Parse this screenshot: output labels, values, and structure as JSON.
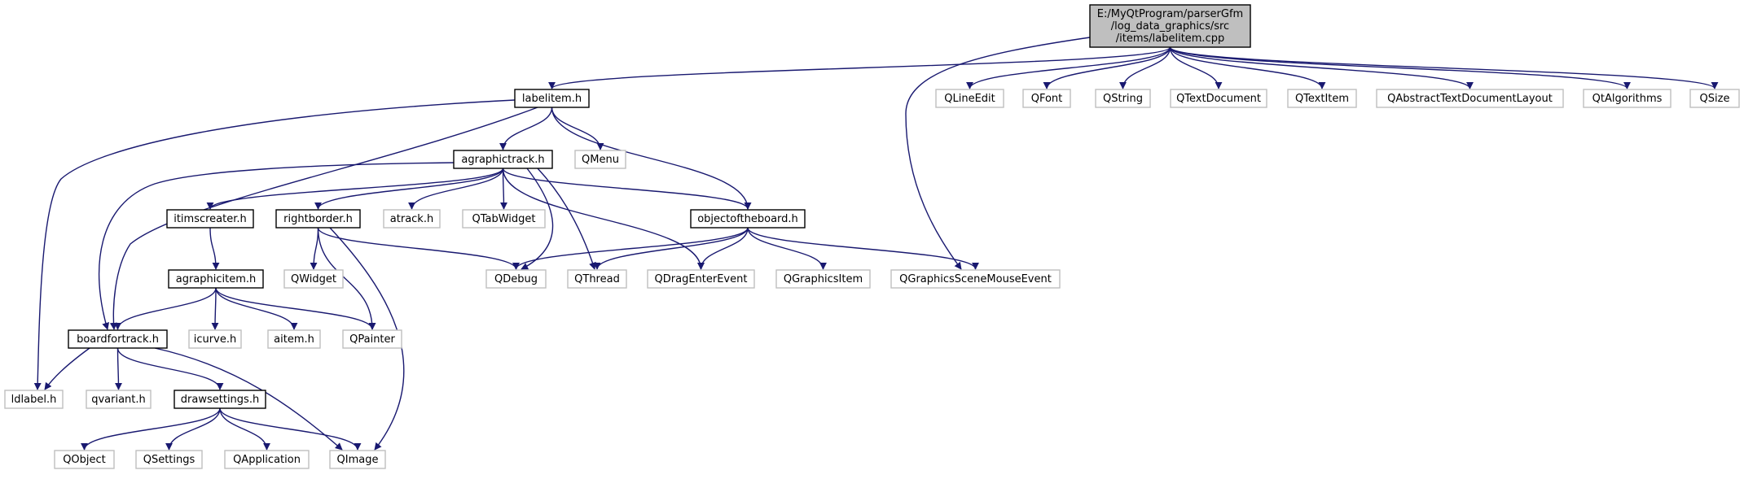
{
  "colors": {
    "edge": "#191970",
    "root_fill": "#bfbfbf",
    "root_border": "#000000",
    "documented_border": "#000000",
    "external_border": "#bfbfbf",
    "node_fill": "#ffffff",
    "text": "#000000"
  },
  "nodes": [
    {
      "id": "root",
      "lines": [
        "E:/MyQtProgram/parserGfm",
        "/log_data_graphics/src",
        "/items/labelitem.cpp"
      ],
      "kind": "root"
    },
    {
      "id": "labelitem_h",
      "lines": [
        "labelitem.h"
      ],
      "kind": "documented"
    },
    {
      "id": "qlineedit",
      "lines": [
        "QLineEdit"
      ],
      "kind": "external"
    },
    {
      "id": "qfont",
      "lines": [
        "QFont"
      ],
      "kind": "external"
    },
    {
      "id": "qstring",
      "lines": [
        "QString"
      ],
      "kind": "external"
    },
    {
      "id": "qtextdocument",
      "lines": [
        "QTextDocument"
      ],
      "kind": "external"
    },
    {
      "id": "qtextitem",
      "lines": [
        "QTextItem"
      ],
      "kind": "external"
    },
    {
      "id": "qabstracttextdocumentlayout",
      "lines": [
        "QAbstractTextDocumentLayout"
      ],
      "kind": "external"
    },
    {
      "id": "qtalgorithms",
      "lines": [
        "QtAlgorithms"
      ],
      "kind": "external"
    },
    {
      "id": "qsize",
      "lines": [
        "QSize"
      ],
      "kind": "external"
    },
    {
      "id": "agraphictrack_h",
      "lines": [
        "agraphictrack.h"
      ],
      "kind": "documented"
    },
    {
      "id": "qmenu",
      "lines": [
        "QMenu"
      ],
      "kind": "external"
    },
    {
      "id": "itimscreater_h",
      "lines": [
        "itimscreater.h"
      ],
      "kind": "documented"
    },
    {
      "id": "rightborder_h",
      "lines": [
        "rightborder.h"
      ],
      "kind": "documented"
    },
    {
      "id": "atrack_h",
      "lines": [
        "atrack.h"
      ],
      "kind": "external"
    },
    {
      "id": "qtabwidget",
      "lines": [
        "QTabWidget"
      ],
      "kind": "external"
    },
    {
      "id": "objectoftheboard_h",
      "lines": [
        "objectoftheboard.h"
      ],
      "kind": "documented"
    },
    {
      "id": "agraphicitem_h",
      "lines": [
        "agraphicitem.h"
      ],
      "kind": "documented"
    },
    {
      "id": "qwidget",
      "lines": [
        "QWidget"
      ],
      "kind": "external"
    },
    {
      "id": "qdebug",
      "lines": [
        "QDebug"
      ],
      "kind": "external"
    },
    {
      "id": "qthread",
      "lines": [
        "QThread"
      ],
      "kind": "external"
    },
    {
      "id": "qdragenterevent",
      "lines": [
        "QDragEnterEvent"
      ],
      "kind": "external"
    },
    {
      "id": "qgraphicsitem",
      "lines": [
        "QGraphicsItem"
      ],
      "kind": "external"
    },
    {
      "id": "qgraphicsscenemouseevent",
      "lines": [
        "QGraphicsSceneMouseEvent"
      ],
      "kind": "external"
    },
    {
      "id": "boardfortrack_h",
      "lines": [
        "boardfortrack.h"
      ],
      "kind": "documented"
    },
    {
      "id": "icurve_h",
      "lines": [
        "icurve.h"
      ],
      "kind": "external"
    },
    {
      "id": "aitem_h",
      "lines": [
        "aitem.h"
      ],
      "kind": "external"
    },
    {
      "id": "qpainter",
      "lines": [
        "QPainter"
      ],
      "kind": "external"
    },
    {
      "id": "ldlabel_h",
      "lines": [
        "ldlabel.h"
      ],
      "kind": "external"
    },
    {
      "id": "qvariant_h",
      "lines": [
        "qvariant.h"
      ],
      "kind": "external"
    },
    {
      "id": "drawsettings_h",
      "lines": [
        "drawsettings.h"
      ],
      "kind": "documented"
    },
    {
      "id": "qobject",
      "lines": [
        "QObject"
      ],
      "kind": "external"
    },
    {
      "id": "qsettings",
      "lines": [
        "QSettings"
      ],
      "kind": "external"
    },
    {
      "id": "qapplication",
      "lines": [
        "QApplication"
      ],
      "kind": "external"
    },
    {
      "id": "qimage",
      "lines": [
        "QImage"
      ],
      "kind": "external"
    }
  ],
  "edges": [
    [
      "root",
      "labelitem_h"
    ],
    [
      "root",
      "qlineedit"
    ],
    [
      "root",
      "qfont"
    ],
    [
      "root",
      "qstring"
    ],
    [
      "root",
      "qtextdocument"
    ],
    [
      "root",
      "qtextitem"
    ],
    [
      "root",
      "qabstracttextdocumentlayout"
    ],
    [
      "root",
      "qtalgorithms"
    ],
    [
      "root",
      "qsize"
    ],
    [
      "root",
      "qgraphicsscenemouseevent"
    ],
    [
      "labelitem_h",
      "agraphictrack_h"
    ],
    [
      "labelitem_h",
      "qmenu"
    ],
    [
      "labelitem_h",
      "objectoftheboard_h"
    ],
    [
      "labelitem_h",
      "boardfortrack_h"
    ],
    [
      "labelitem_h",
      "ldlabel_h"
    ],
    [
      "agraphictrack_h",
      "itimscreater_h"
    ],
    [
      "agraphictrack_h",
      "rightborder_h"
    ],
    [
      "agraphictrack_h",
      "atrack_h"
    ],
    [
      "agraphictrack_h",
      "qtabwidget"
    ],
    [
      "agraphictrack_h",
      "objectoftheboard_h"
    ],
    [
      "agraphictrack_h",
      "qdebug"
    ],
    [
      "agraphictrack_h",
      "qthread"
    ],
    [
      "agraphictrack_h",
      "qdragenterevent"
    ],
    [
      "agraphictrack_h",
      "boardfortrack_h"
    ],
    [
      "itimscreater_h",
      "agraphicitem_h"
    ],
    [
      "rightborder_h",
      "qwidget"
    ],
    [
      "rightborder_h",
      "qdebug"
    ],
    [
      "rightborder_h",
      "qpainter"
    ],
    [
      "rightborder_h",
      "qimage"
    ],
    [
      "objectoftheboard_h",
      "qdebug"
    ],
    [
      "objectoftheboard_h",
      "qthread"
    ],
    [
      "objectoftheboard_h",
      "qdragenterevent"
    ],
    [
      "objectoftheboard_h",
      "qgraphicsitem"
    ],
    [
      "objectoftheboard_h",
      "qgraphicsscenemouseevent"
    ],
    [
      "agraphicitem_h",
      "boardfortrack_h"
    ],
    [
      "agraphicitem_h",
      "icurve_h"
    ],
    [
      "agraphicitem_h",
      "aitem_h"
    ],
    [
      "agraphicitem_h",
      "qpainter"
    ],
    [
      "boardfortrack_h",
      "ldlabel_h"
    ],
    [
      "boardfortrack_h",
      "qvariant_h"
    ],
    [
      "boardfortrack_h",
      "drawsettings_h"
    ],
    [
      "boardfortrack_h",
      "qimage"
    ],
    [
      "drawsettings_h",
      "qobject"
    ],
    [
      "drawsettings_h",
      "qsettings"
    ],
    [
      "drawsettings_h",
      "qapplication"
    ],
    [
      "drawsettings_h",
      "qimage"
    ]
  ]
}
